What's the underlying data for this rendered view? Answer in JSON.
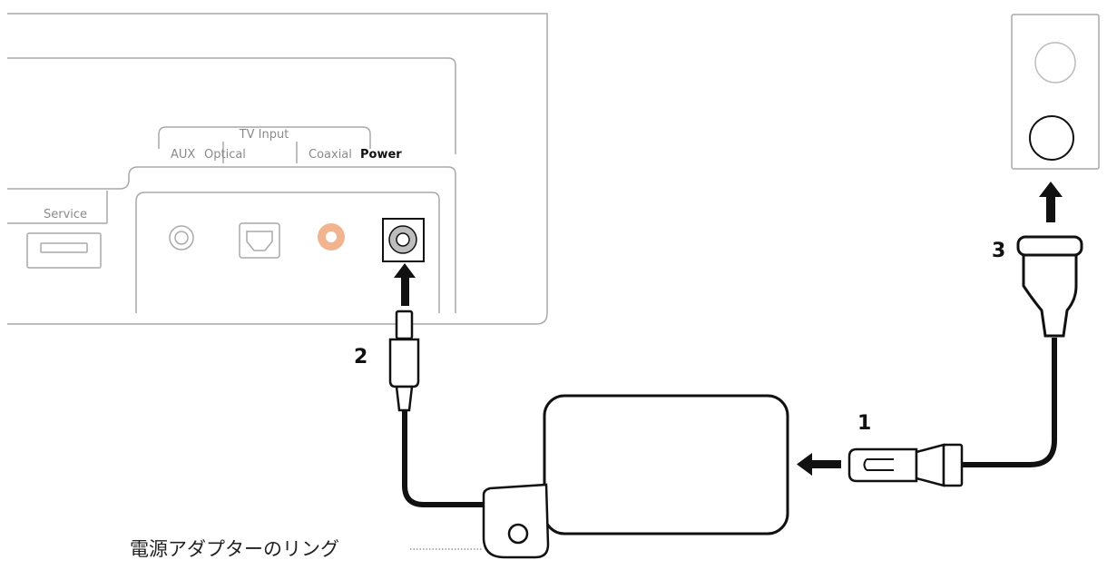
{
  "labels": {
    "tv_input": "TV Input",
    "aux": "AUX",
    "optical": "Optical",
    "coaxial": "Coaxial",
    "power": "Power",
    "service": "Service"
  },
  "steps": [
    "1",
    "2",
    "3"
  ],
  "callout": "電源アダプターのリング",
  "colors": {
    "outline": "#a9a9a9",
    "coaxial_port": "#f2b48f",
    "cable": "#111111"
  }
}
